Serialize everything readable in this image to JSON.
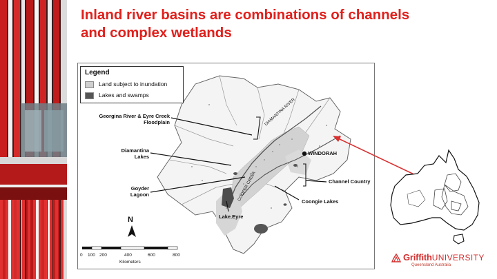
{
  "slide": {
    "title_line1": "Inland river basins are combinations of channels",
    "title_line2": "and complex wetlands"
  },
  "legend": {
    "title": "Legend",
    "items": [
      {
        "label": "Land subject to inundation",
        "color": "#cfcfcf"
      },
      {
        "label": "Lakes and swamps",
        "color": "#555555"
      }
    ]
  },
  "map_labels": {
    "georgina_line1": "Georgina River & Eyre Creek",
    "georgina_line2": "Floodplain",
    "diamantina_lakes_line1": "Diamantina",
    "diamantina_lakes_line2": "Lakes",
    "goyder_line1": "Goyder",
    "goyder_line2": "Lagoon",
    "lake_eyre": "Lake Eyre",
    "windorah": "WINDORAH",
    "channel_country": "Channel Country",
    "coongie_lakes": "Coongie Lakes",
    "diamantina_river": "DIAMANTINA RIVER",
    "cooper_creek": "COOPER CREEK"
  },
  "north_arrow": "N",
  "scale_bar": {
    "ticks": [
      "0",
      "100",
      "200",
      "400",
      "600",
      "800"
    ],
    "unit": "Kilometers"
  },
  "logo": {
    "name_bold": "Griffith",
    "name_regular": "UNIVERSITY",
    "subtitle": "Queensland Australia"
  },
  "colors": {
    "title_red": "#e0201c",
    "inset_arrow": "#d93030",
    "logo_red": "#d32f2f"
  }
}
